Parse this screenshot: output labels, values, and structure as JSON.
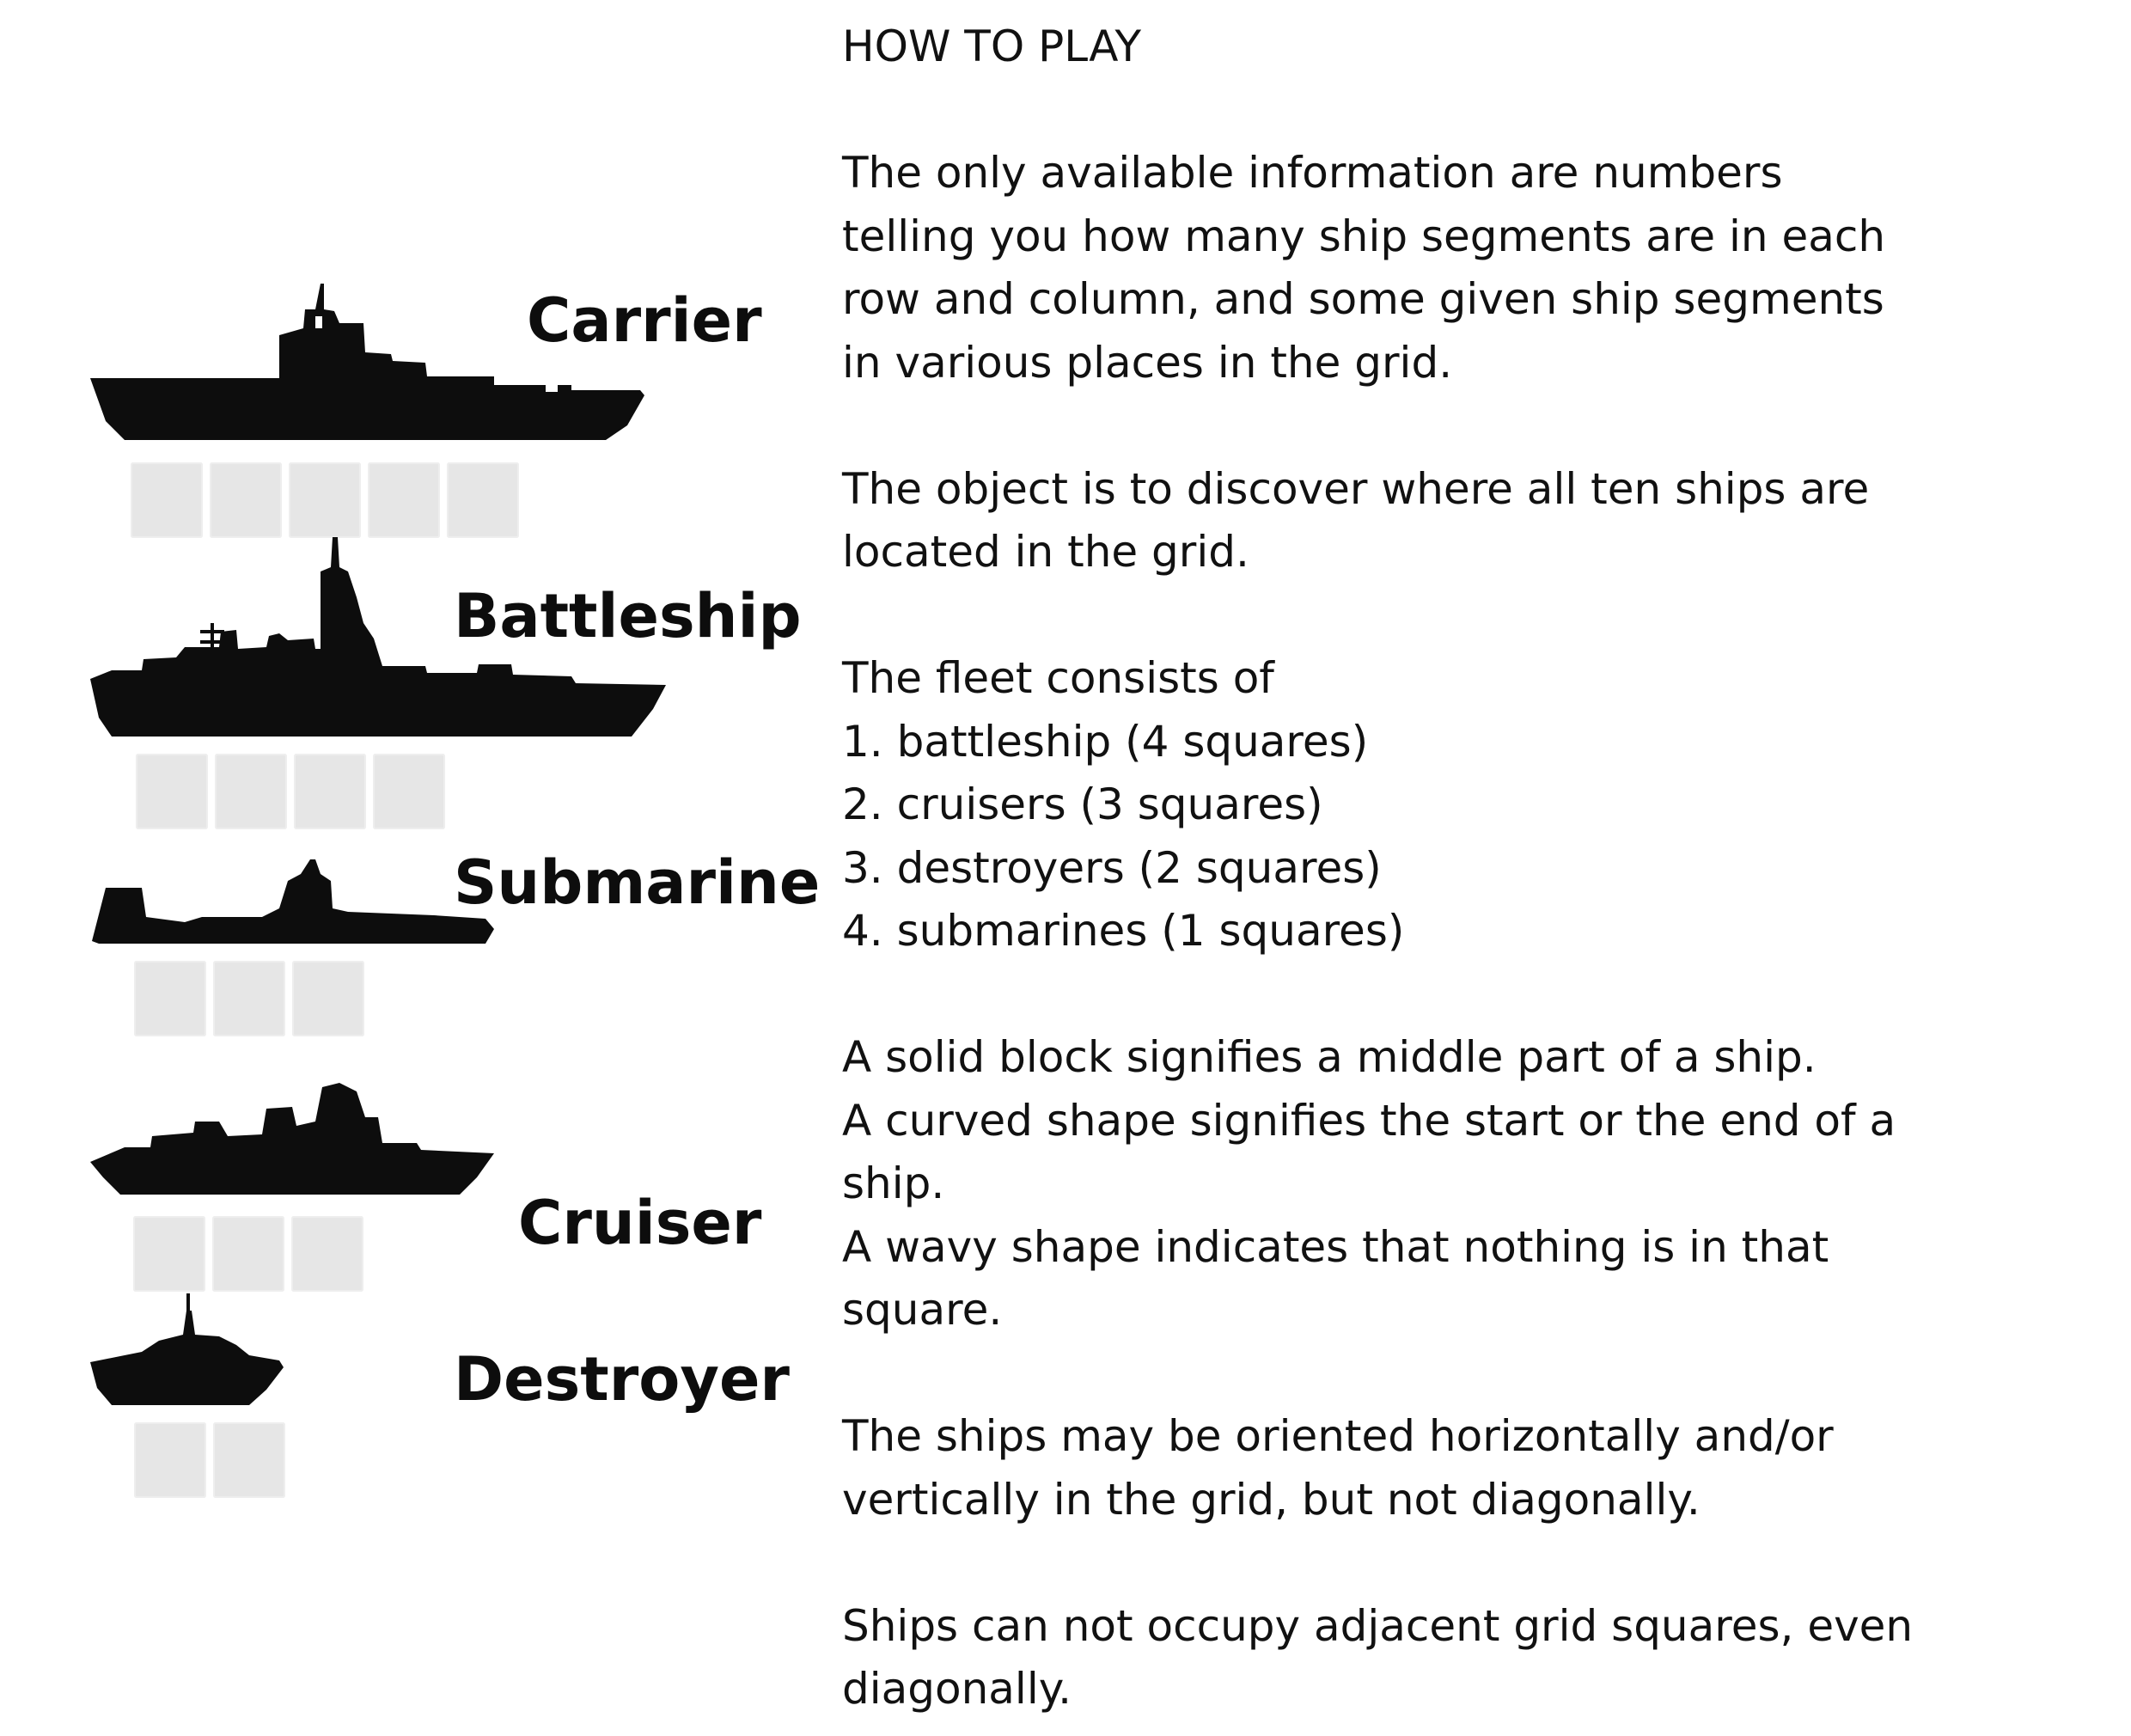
{
  "instructions": {
    "heading": "HOW TO PLAY",
    "intro": [
      "The only available information are numbers",
      "telling you how many ship segments are in each",
      "row and column, and some given ship segments",
      "in various places in the grid."
    ],
    "objective": [
      "The object is to discover where all ten ships are",
      "located in the grid."
    ],
    "fleet_intro": "The fleet consists of",
    "fleet_list": [
      "1. battleship (4 squares)",
      "2. cruisers (3 squares)",
      "3. destroyers (2 squares)",
      "4. submarines (1 squares)"
    ],
    "shapes": [
      "A solid block signifies a middle part of a ship.",
      "A curved shape signifies the start or the end of a",
      "ship.",
      "A wavy shape indicates that nothing is in that",
      "square."
    ],
    "orientation": [
      "The ships may be oriented horizontally and/or",
      "vertically in the grid, but not diagonally."
    ],
    "adjacency": [
      "Ships can not occupy adjacent grid squares, even",
      "diagonally."
    ]
  },
  "fleet": [
    {
      "name": "Carrier",
      "icon": "carrier-silhouette-icon",
      "squares": 5
    },
    {
      "name": "Battleship",
      "icon": "battleship-silhouette-icon",
      "squares": 4
    },
    {
      "name": "Submarine",
      "icon": "submarine-silhouette-icon",
      "squares": 3
    },
    {
      "name": "Cruiser",
      "icon": "cruiser-silhouette-icon",
      "squares": 3
    },
    {
      "name": "Destroyer",
      "icon": "destroyer-silhouette-icon",
      "squares": 2
    }
  ],
  "colors": {
    "silhouette": "#0d0d0d",
    "cell": "#e6e6e6",
    "text": "#111111"
  }
}
